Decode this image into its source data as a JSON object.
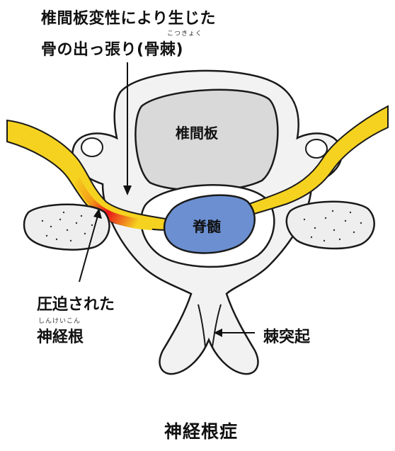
{
  "labels": {
    "osteophyte_line1": "椎間板変性により生じた",
    "osteophyte_line2": "骨の出っ張り(骨棘)",
    "osteophyte_ruby": "こつきょく",
    "disc": "椎間板",
    "spinal_cord": "脊髄",
    "compressed_line1": "圧迫された",
    "nerve_root": "神経根",
    "nerve_root_ruby": "しんけいこん",
    "spinous_process": "棘突起",
    "title": "神経根症"
  },
  "colors": {
    "bone_fill": "#f2f2f2",
    "disc_fill": "#d9d9d9",
    "spinal_cord_fill": "#6b8fd1",
    "nerve_fill": "#f5d21f",
    "inflamed_red": "#e8121a",
    "outline": "#1a1a1a"
  }
}
